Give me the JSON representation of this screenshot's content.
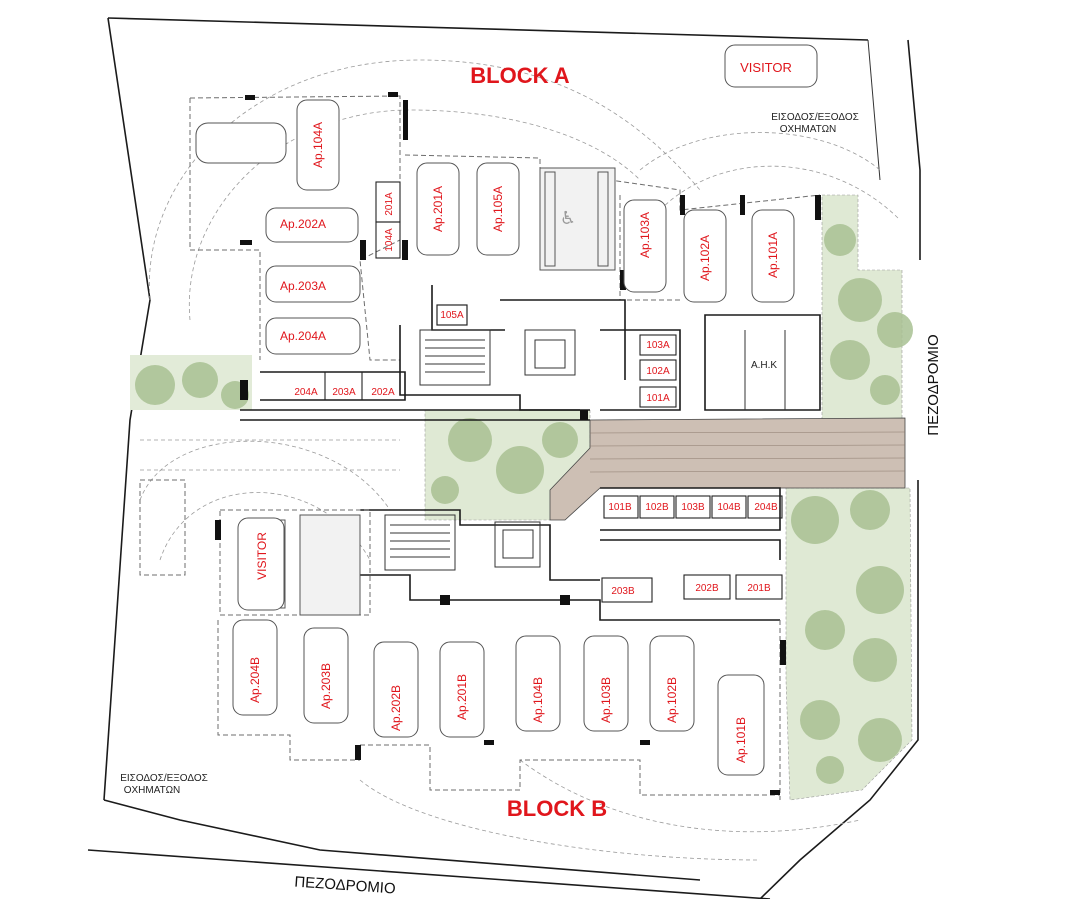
{
  "blocks": {
    "a": "BLOCK A",
    "b": "BLOCK B"
  },
  "streets": {
    "bottom": "ΠΕΖΟΔΡΟΜΙΟ",
    "right": "ΠΕΖΟΔΡΟΜΙΟ"
  },
  "entrances": {
    "top_line1": "ΕΙΣΟΔΟΣ/ΕΞΟΔΟΣ",
    "top_line2": "ΟΧΗΜΑΤΩΝ",
    "bottom_line1": "ΕΙΣΟΔΟΣ/ΕΞΟΔΟΣ",
    "bottom_line2": "ΟΧΗΜΑΤΩΝ"
  },
  "visitor": {
    "a": "VISITOR",
    "b": "VISITOR"
  },
  "ahk": "A.H.K",
  "parking": {
    "a": [
      "Ap.104A",
      "Ap.202A",
      "Ap.201A",
      "Ap.105A",
      "Ap.103A",
      "Ap.102A",
      "Ap.101A",
      "Ap.203A",
      "Ap.204A"
    ],
    "b": [
      "Ap.204B",
      "Ap.203B",
      "Ap.202B",
      "Ap.201B",
      "Ap.104B",
      "Ap.103B",
      "Ap.102B",
      "Ap.101B"
    ]
  },
  "storage": {
    "a": [
      "201A",
      "104A",
      "105A",
      "204A",
      "203A",
      "202A",
      "103A",
      "102A",
      "101A"
    ],
    "b": [
      "101B",
      "102B",
      "103B",
      "104B",
      "204B",
      "203B",
      "202B",
      "201B"
    ]
  }
}
